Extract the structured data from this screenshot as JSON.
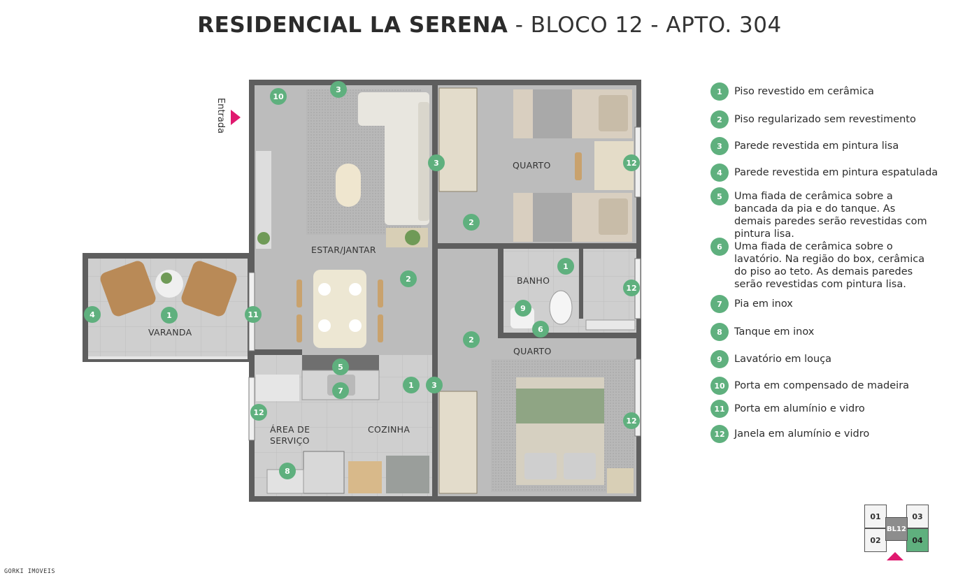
{
  "title": {
    "strong": "RESIDENCIAL LA SERENA",
    "light": " - BLOCO 12 - APTO. 304"
  },
  "entrance_label": "Entrada",
  "rooms": {
    "estar_jantar": "ESTAR/JANTAR",
    "quarto_top": "QUARTO",
    "quarto_bottom": "QUARTO",
    "banho": "BANHO",
    "varanda": "VARANDA",
    "area_servico_1": "ÁREA DE",
    "area_servico_2": "SERVIÇO",
    "cozinha": "COZINHA"
  },
  "legend": [
    {
      "num": "1",
      "text": "Piso revestido em cerâmica"
    },
    {
      "num": "2",
      "text": "Piso regularizado sem revestimento"
    },
    {
      "num": "3",
      "text": "Parede revestida em pintura lisa"
    },
    {
      "num": "4",
      "text": "Parede revestida em pintura espatulada"
    },
    {
      "num": "5",
      "text": "Uma fiada de cerâmica sobre a bancada da pia e do tanque. As demais paredes serão revestidas com pintura lisa."
    },
    {
      "num": "6",
      "text": "Uma fiada de cerâmica sobre o lavatório. Na região do box, cerâmica do piso ao teto. As demais paredes serão revestidas com pintura lisa."
    },
    {
      "num": "7",
      "text": "Pia em inox"
    },
    {
      "num": "8",
      "text": "Tanque em inox"
    },
    {
      "num": "9",
      "text": "Lavatório em louça"
    },
    {
      "num": "10",
      "text": "Porta em compensado de madeira"
    },
    {
      "num": "11",
      "text": "Porta em alumínio e vidro"
    },
    {
      "num": "12",
      "text": "Janela em alumínio e vidro"
    }
  ],
  "plan_markers": [
    "10",
    "3",
    "3",
    "2",
    "12",
    "1",
    "12",
    "9",
    "6",
    "4",
    "1",
    "11",
    "2",
    "2",
    "5",
    "7",
    "1",
    "3",
    "12",
    "12",
    "8"
  ],
  "keyplan": {
    "units": [
      "01",
      "03",
      "02",
      "04"
    ],
    "block": "BL12",
    "active_unit": "04"
  },
  "watermark": "GORKI IMOVEIS",
  "colors": {
    "marker_green": "#5fb07e",
    "entrance_arrow": "#e0196f",
    "wall": "#5e5e5e",
    "floor": "#bcbcbc"
  }
}
